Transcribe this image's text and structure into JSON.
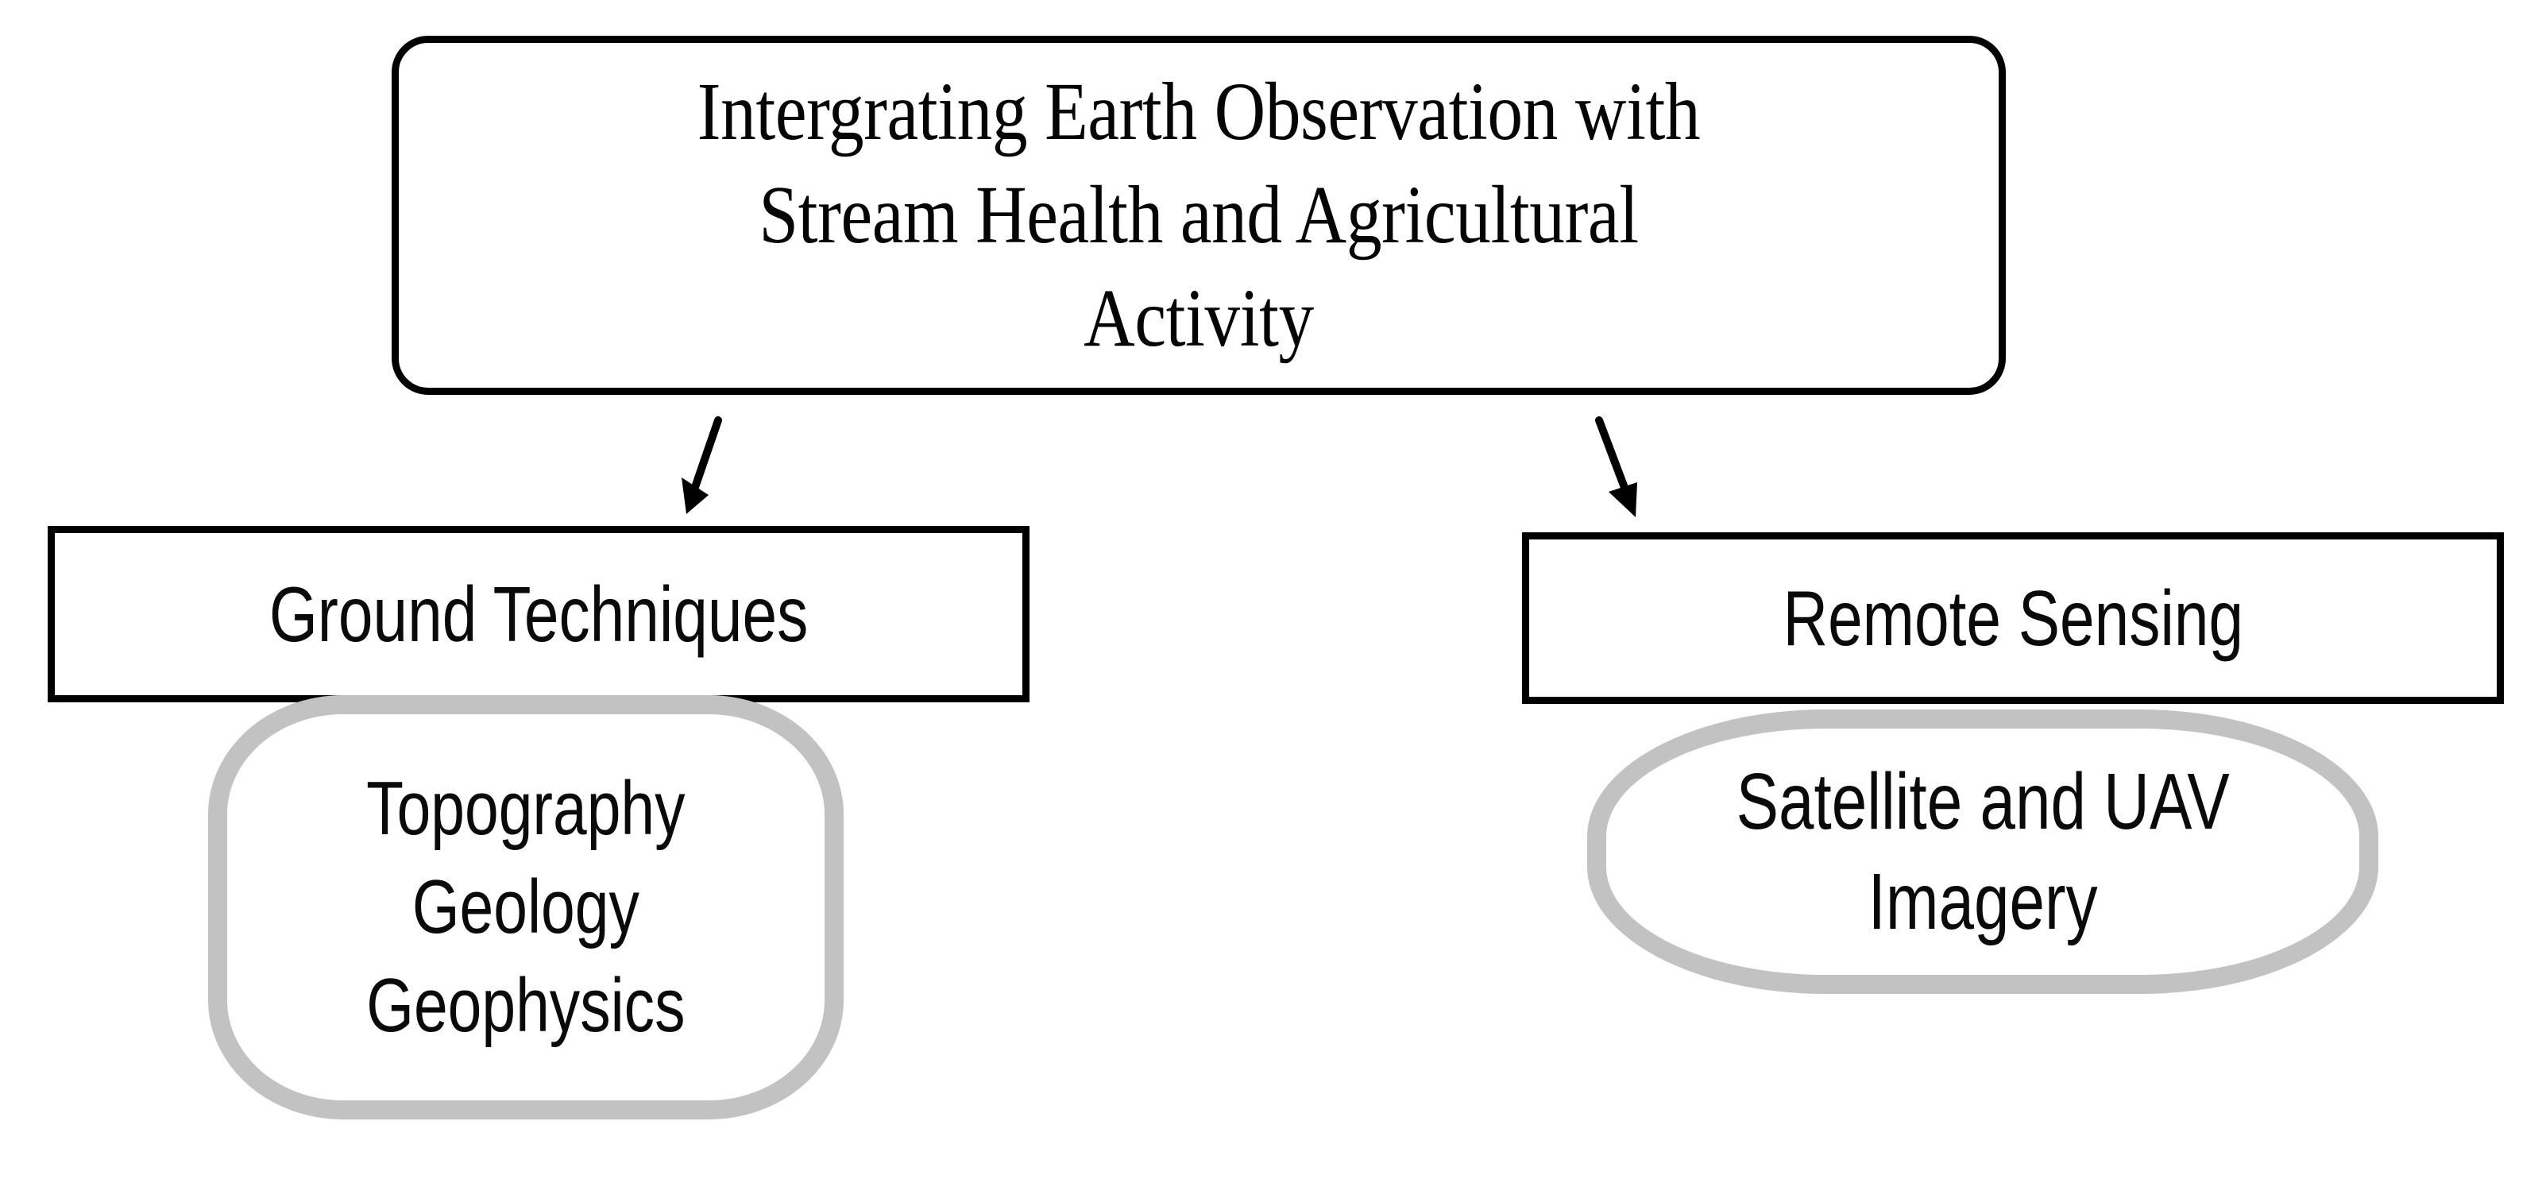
{
  "diagram": {
    "title_node": {
      "id": "root",
      "label": "Intergrating Earth Observation with\nStream Health and Agricultural\nActivity",
      "shape": "rounded-rectangle",
      "border_color": "#000000",
      "fill_color": "#ffffff"
    },
    "branches": [
      {
        "id": "ground",
        "box_label": "Ground Techniques",
        "box_shape": "rectangle",
        "box_border_color": "#000000",
        "detail_label": "Topography\nGeology\nGeophysics",
        "detail_items": [
          "Topography",
          "Geology",
          "Geophysics"
        ],
        "detail_shape": "rounded-pill",
        "detail_border_color": "#c2c2c2"
      },
      {
        "id": "remote",
        "box_label": "Remote Sensing",
        "box_shape": "rectangle",
        "box_border_color": "#000000",
        "detail_label": "Satellite and UAV\nImagery",
        "detail_items": [
          "Satellite and UAV",
          "Imagery"
        ],
        "detail_shape": "rounded-pill",
        "detail_border_color": "#c2c2c2"
      }
    ],
    "connectors": [
      {
        "id": "arrow-to-ground",
        "from": "root",
        "to": "ground",
        "style": "solid-arrow",
        "color": "#000000"
      },
      {
        "id": "arrow-to-remote",
        "from": "root",
        "to": "remote",
        "style": "solid-arrow",
        "color": "#000000"
      }
    ]
  }
}
